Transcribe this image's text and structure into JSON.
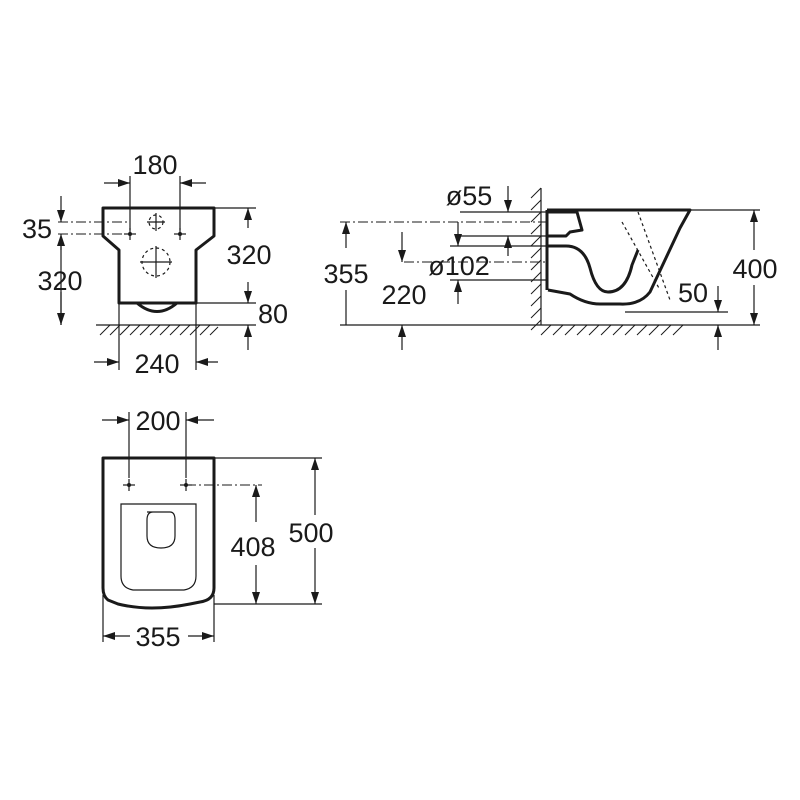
{
  "front_view": {
    "width_top_holes": "180",
    "offset_top": "35",
    "height_left": "320",
    "height_right": "320",
    "floor_gap": "80",
    "width_bottom": "240"
  },
  "side_view": {
    "pipe_small": "ø55",
    "pipe_large": "ø102",
    "height_outer": "355",
    "height_inner": "220",
    "total_height": "400",
    "rim_offset": "50"
  },
  "top_view": {
    "fixing_spacing": "200",
    "fixing_depth": "408",
    "total_length": "500",
    "width": "355"
  }
}
